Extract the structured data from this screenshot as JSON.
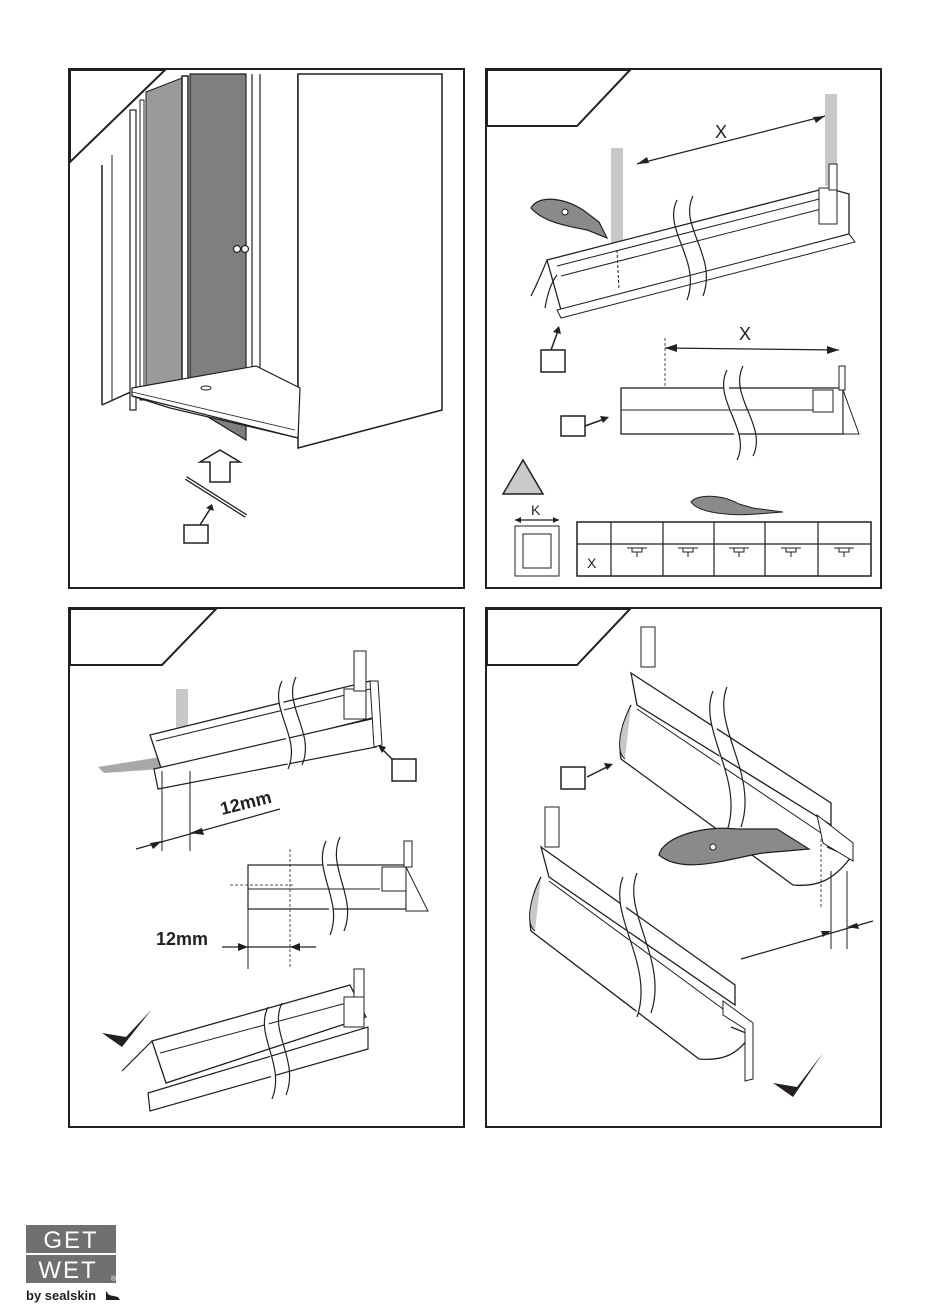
{
  "panel2": {
    "dimension_x_top": "X",
    "dimension_x_bottom": "X",
    "dimension_k": "K",
    "table_row_label": "X"
  },
  "panel3": {
    "measure_top": "12mm",
    "measure_bottom": "12mm"
  },
  "logo": {
    "line1": "GET",
    "line2": "WET",
    "registered": "®",
    "tagline": "by sealskin"
  },
  "colors": {
    "ink": "#231f20",
    "glass": "#8a8a8a",
    "tape": "#c8c8c8",
    "warning": "#c9c9c9"
  }
}
